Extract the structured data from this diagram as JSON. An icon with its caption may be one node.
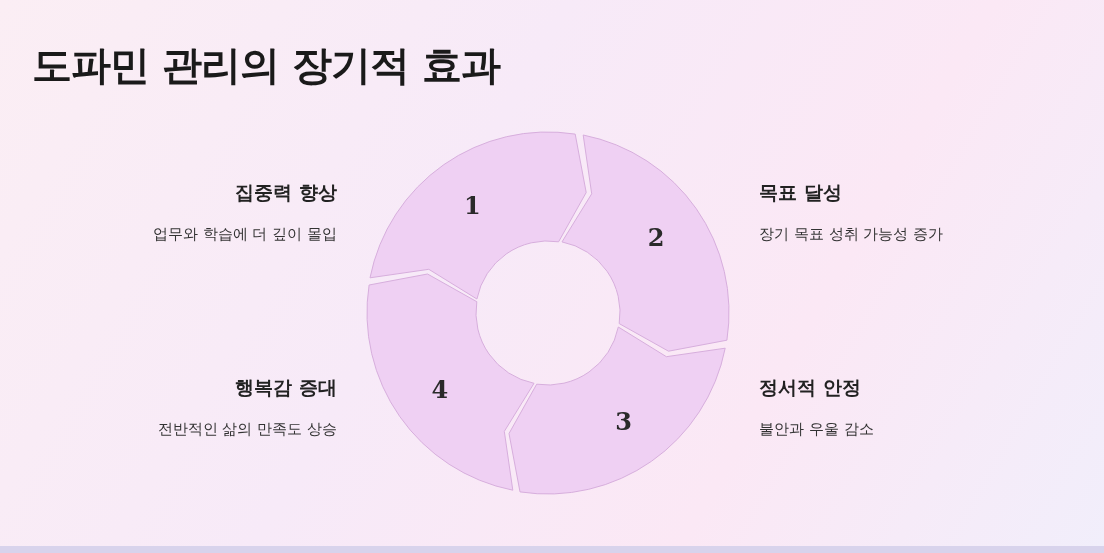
{
  "diagram": {
    "title": "도파민 관리의 장기적 효과",
    "nodes": [
      {
        "text": [
          "1"
        ],
        "beside": [
          "집중력 향상",
          "업무와 학습에 더 깊이 몰입"
        ]
      },
      {
        "text": [
          "2"
        ],
        "beside": [
          "목표 달성",
          "장기 목표 성취 가능성 증가"
        ]
      },
      {
        "text": [
          "3"
        ],
        "beside": [
          "정서적 안정",
          "불안과 우울 감소"
        ]
      },
      {
        "text": [
          "4"
        ],
        "beside": [
          "행복감 증대",
          "전반적인 삶의 만족도 상승"
        ]
      }
    ]
  }
}
